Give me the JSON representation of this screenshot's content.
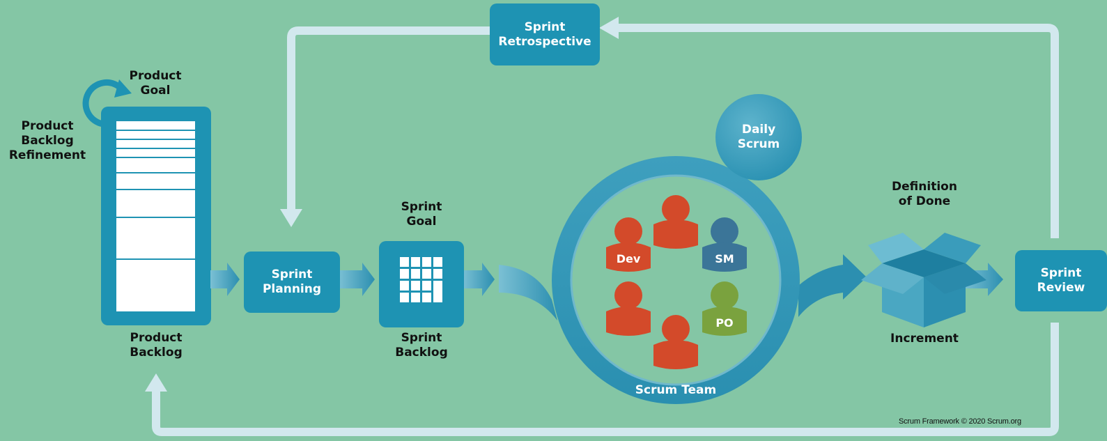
{
  "colors": {
    "background": "#84c6a5",
    "box": "#1e93b3",
    "box_light": "#4aa7c2",
    "person_dev": "#d34a2a",
    "person_sm": "#3b7598",
    "person_po": "#7aa23e",
    "loop_arrow": "#d2e8ee"
  },
  "retrospective": {
    "label": "Sprint\nRetrospective"
  },
  "product_goal": {
    "label": "Product\nGoal"
  },
  "refinement": {
    "label": "Product\nBacklog\nRefinement"
  },
  "product_backlog": {
    "label": "Product\nBacklog"
  },
  "sprint_planning": {
    "label": "Sprint\nPlanning"
  },
  "sprint_goal": {
    "label": "Sprint\nGoal"
  },
  "sprint_backlog": {
    "label": "Sprint\nBacklog"
  },
  "daily_scrum": {
    "label": "Daily\nScrum"
  },
  "scrum_team": {
    "label": "Scrum Team",
    "members": {
      "dev": "Dev",
      "sm": "SM",
      "po": "PO"
    }
  },
  "definition_of_done": {
    "label": "Definition\nof Done"
  },
  "increment": {
    "label": "Increment"
  },
  "sprint_review": {
    "label": "Sprint\nReview"
  },
  "copyright": "Scrum Framework © 2020 Scrum.org"
}
